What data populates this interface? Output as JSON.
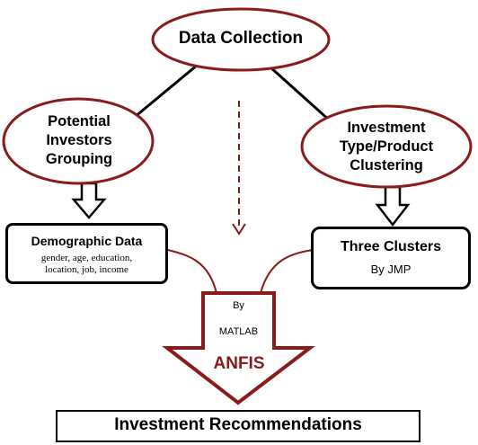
{
  "colors": {
    "accent": "#8b1a1a",
    "ink": "#000000",
    "background": "#ffffff"
  },
  "nodes": {
    "data_collection": "Data Collection",
    "potential_investors": [
      "Potential",
      "Investors",
      "Grouping"
    ],
    "investment_type": [
      "Investment",
      "Type/Product",
      "Clustering"
    ],
    "demographic": {
      "title": "Demographic Data",
      "details": [
        "gender, age, education,",
        "location, job, income"
      ]
    },
    "three_clusters": {
      "title": "Three Clusters",
      "subtitle": "By JMP"
    },
    "anfis": {
      "by": "By",
      "tool": "MATLAB",
      "label": "ANFIS"
    },
    "recommendations": "Investment Recommendations"
  }
}
